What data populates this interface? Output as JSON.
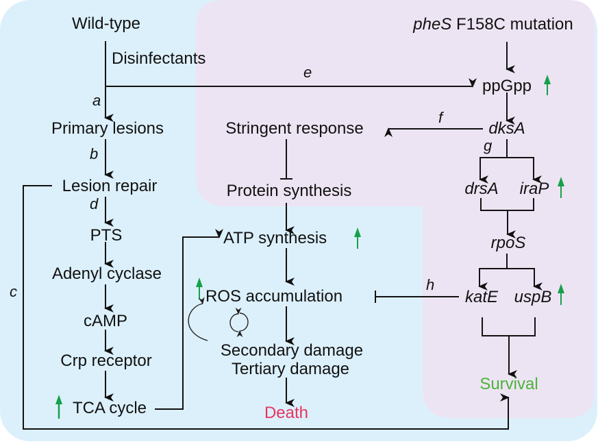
{
  "colors": {
    "background_wildtype": "#dcf0fb",
    "background_mutant": "#ede4f3",
    "up_arrow": "#16a04a",
    "death": "#e8345f",
    "survival": "#4cb33a",
    "line": "#111111"
  },
  "nodes": {
    "wild_type": "Wild-type",
    "disinfectants": "Disinfectants",
    "primary_lesions": "Primary lesions",
    "lesion_repair": "Lesion repair",
    "pts": "PTS",
    "adenyl_cyclase": "Adenyl cyclase",
    "camp": "cAMP",
    "crp_receptor": "Crp receptor",
    "tca_cycle": "TCA cycle",
    "stringent_response": "Stringent response",
    "protein_synthesis": "Protein synthesis",
    "atp_synthesis": "ATP synthesis",
    "ros_accumulation": "ROS accumulation",
    "secondary_damage": "Secondary damage",
    "tertiary_damage": "Tertiary damage",
    "death": "Death",
    "phes_gene": "pheS",
    "phes_mutation": " F158C mutation",
    "ppgpp": "ppGpp",
    "dksa": "dksA",
    "drsa": "drsA",
    "irap": "iraP",
    "rpos": "rpoS",
    "kate": "katE",
    "uspb": "uspB",
    "survival": "Survival"
  },
  "edge_labels": {
    "a": "a",
    "b": "b",
    "c": "c",
    "d": "d",
    "e": "e",
    "f": "f",
    "g": "g",
    "h": "h"
  },
  "upregulated": [
    "ppGpp",
    "iraP",
    "uspB",
    "ATP synthesis",
    "ROS accumulation",
    "TCA cycle"
  ],
  "icons": {
    "up_arrow": "upregulated-arrow",
    "cycle": "feedback-cycle"
  }
}
